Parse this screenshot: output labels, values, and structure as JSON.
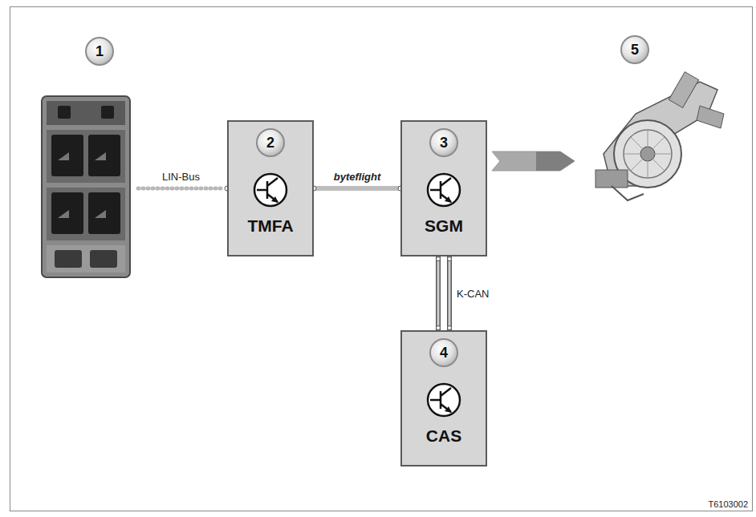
{
  "diagram": {
    "nodes": [
      {
        "text": [
          "1"
        ]
      },
      {
        "text": [
          "2",
          "TMFA"
        ]
      },
      {
        "text": [
          "3",
          "SGM"
        ]
      },
      {
        "text": [
          "4",
          "CAS"
        ]
      },
      {
        "text": [
          "5"
        ]
      }
    ],
    "edges": [
      {
        "from": 0,
        "to": 1,
        "label": "LIN-Bus",
        "arrow": "none"
      },
      {
        "from": 1,
        "to": 2,
        "label": "byteflight",
        "arrow": "none"
      },
      {
        "from": 2,
        "to": 3,
        "label": "K-CAN",
        "arrow": "none"
      },
      {
        "from": 2,
        "to": 4,
        "arrow": "to"
      }
    ],
    "labels": [
      "T6103002"
    ]
  }
}
